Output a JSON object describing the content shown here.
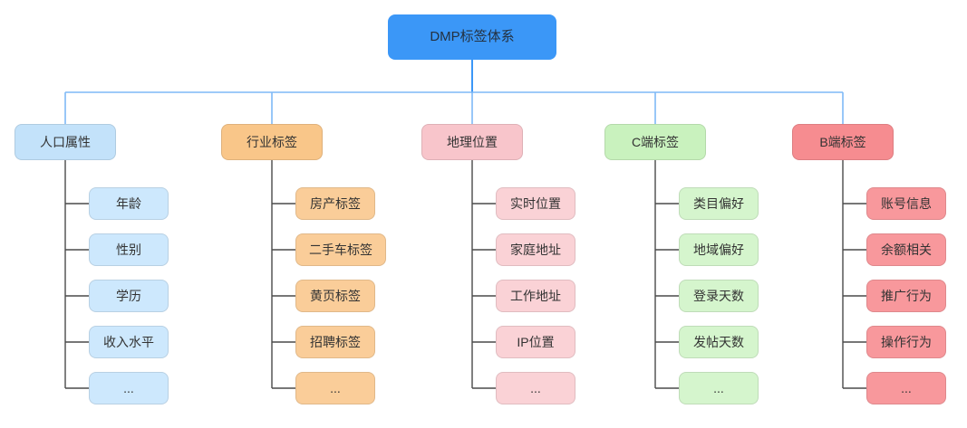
{
  "root": {
    "label": "DMP标签体系",
    "color": "#3B97F7"
  },
  "connectors": {
    "level1_color": "#7FB9F7",
    "level2_color": "#4A4A4A"
  },
  "branches": [
    {
      "label": "人口属性",
      "fill": "#C3E2FA",
      "child_fill": "#CDE8FD",
      "children": [
        "年龄",
        "性别",
        "学历",
        "收入水平",
        "..."
      ]
    },
    {
      "label": "行业标签",
      "fill": "#F9C689",
      "child_fill": "#FACD99",
      "children": [
        "房产标签",
        "二手车标签",
        "黄页标签",
        "招聘标签",
        "..."
      ]
    },
    {
      "label": "地理位置",
      "fill": "#F8C5CB",
      "child_fill": "#FAD2D6",
      "children": [
        "实时位置",
        "家庭地址",
        "工作地址",
        "IP位置",
        "..."
      ]
    },
    {
      "label": "C端标签",
      "fill": "#C9F2BE",
      "child_fill": "#D5F5CD",
      "children": [
        "类目偏好",
        "地域偏好",
        "登录天数",
        "发帖天数",
        "..."
      ]
    },
    {
      "label": "B端标签",
      "fill": "#F68C90",
      "child_fill": "#F8989C",
      "children": [
        "账号信息",
        "余额相关",
        "推广行为",
        "操作行为",
        "..."
      ]
    }
  ]
}
